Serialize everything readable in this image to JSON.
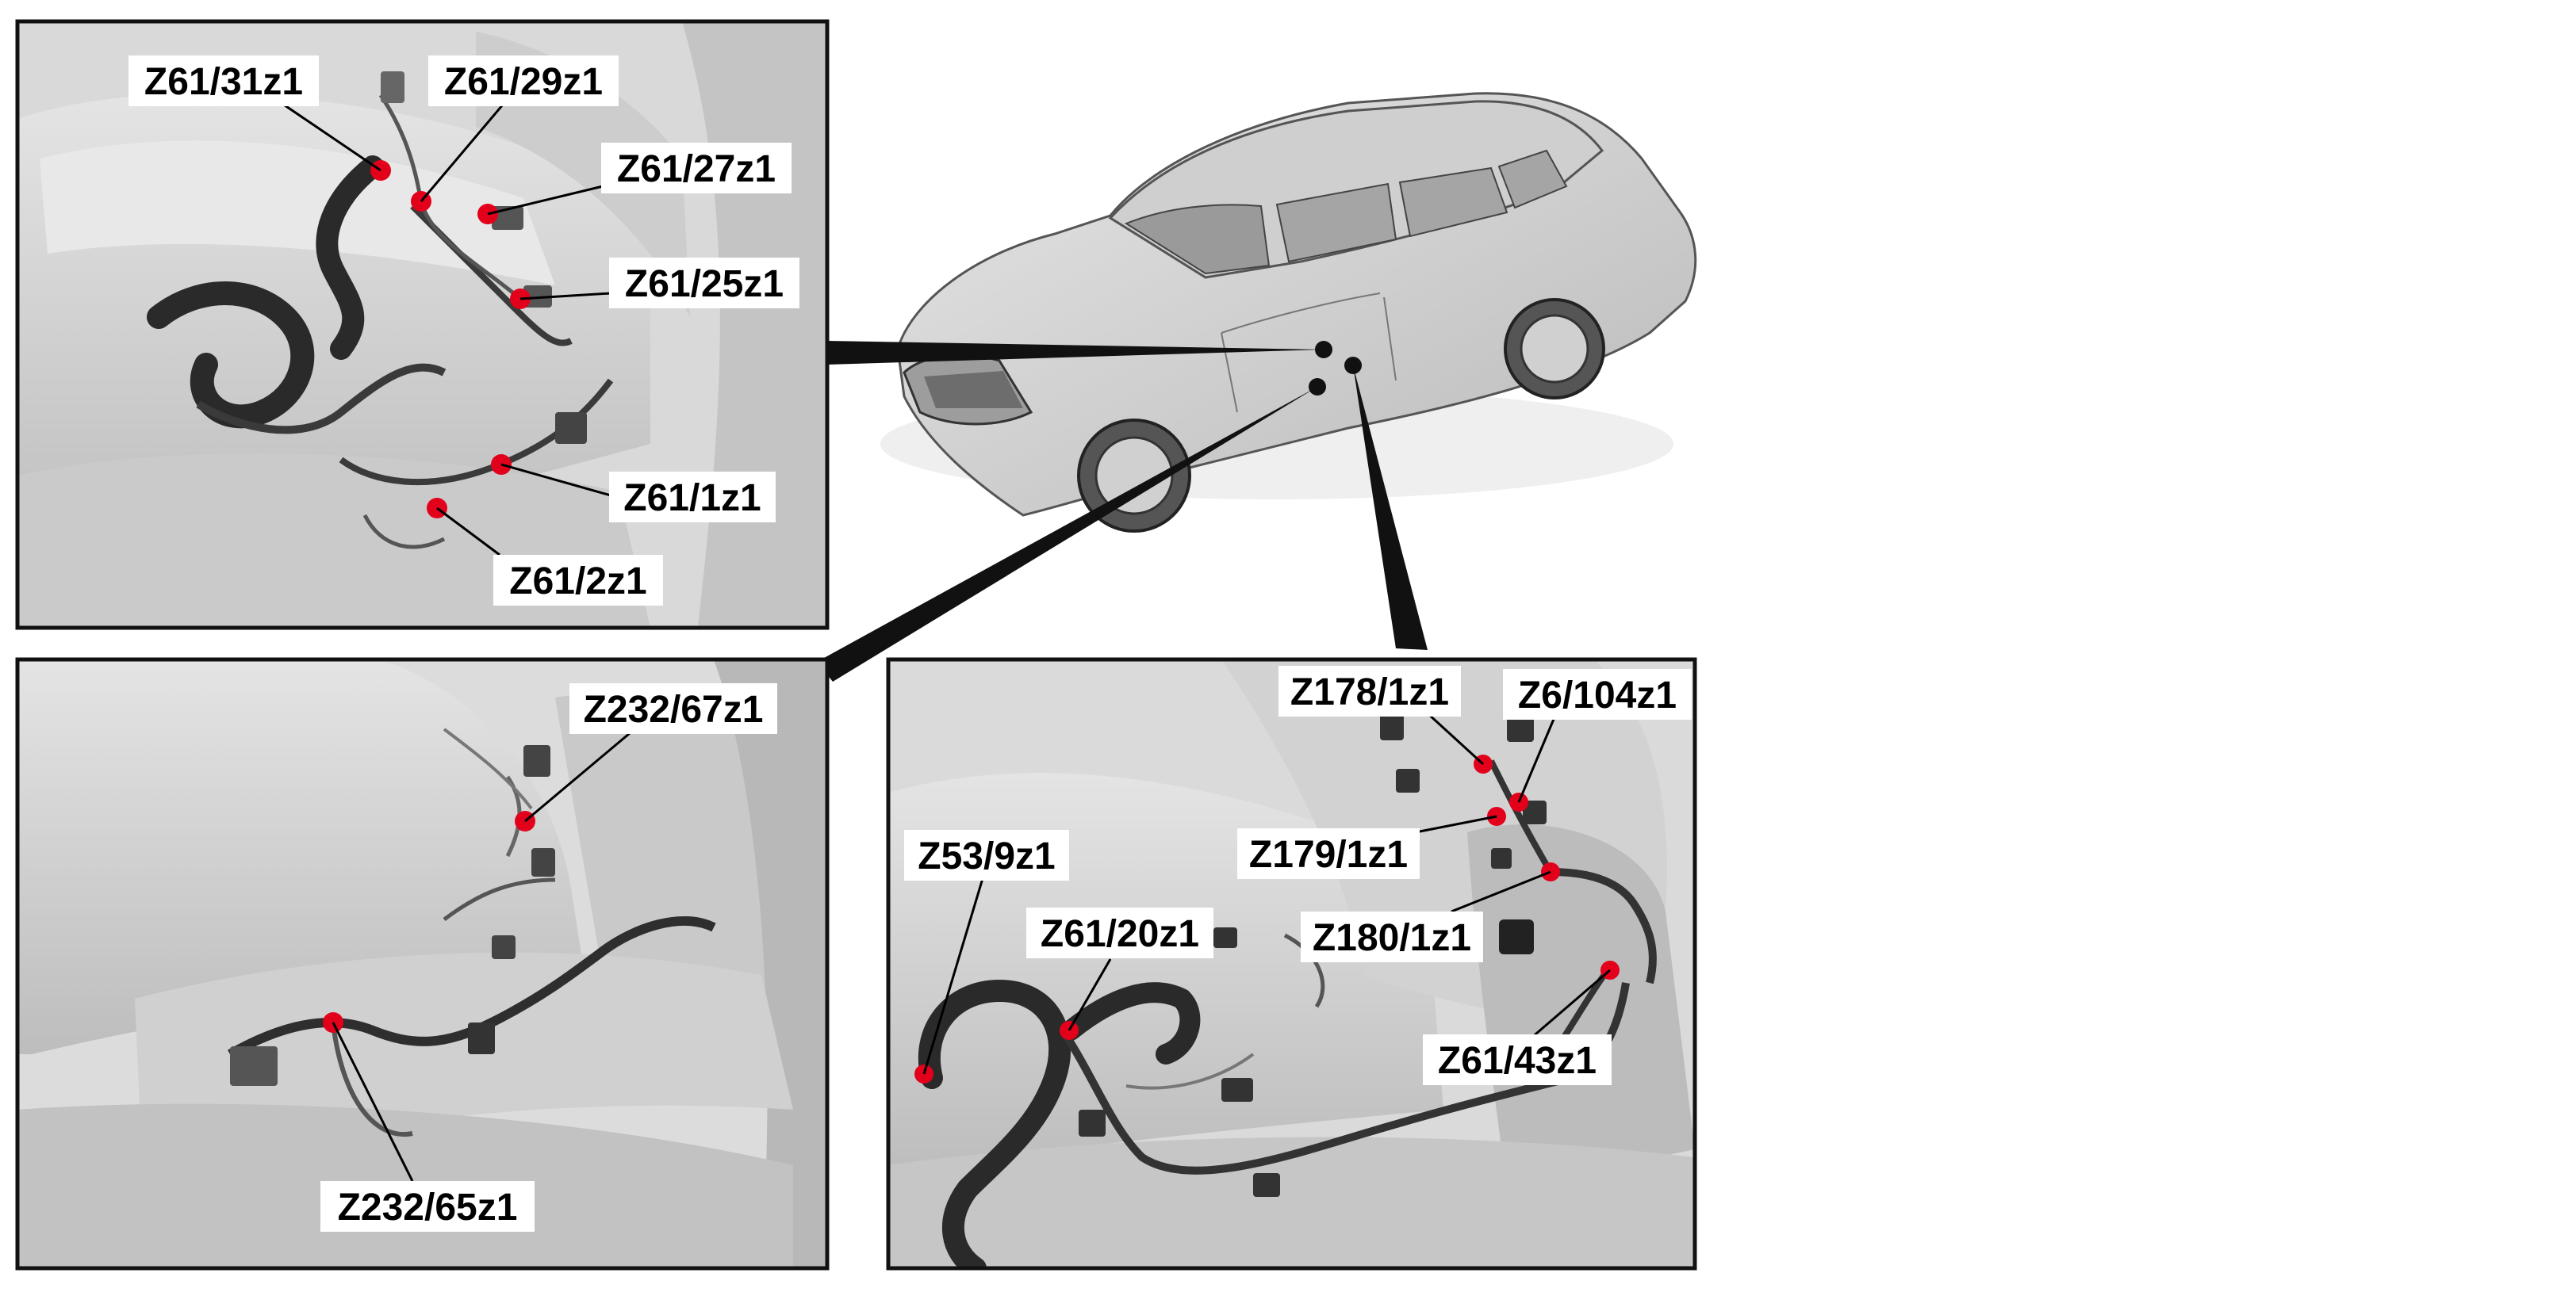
{
  "colors": {
    "marker_red": "#e3001b",
    "marker_black": "#111111",
    "panel_bg": "#d9d9d9",
    "frame": "#111111"
  },
  "panels": {
    "top_left": {
      "labels": [
        "Z61/31z1",
        "Z61/29z1",
        "Z61/27z1",
        "Z61/25z1",
        "Z61/1z1",
        "Z61/2z1"
      ]
    },
    "bottom_left": {
      "labels": [
        "Z232/67z1",
        "Z232/65z1"
      ]
    },
    "bottom_right": {
      "labels": [
        "Z178/1z1",
        "Z6/104z1",
        "Z179/1z1",
        "Z53/9z1",
        "Z61/20z1",
        "Z180/1z1",
        "Z61/43z1"
      ]
    }
  }
}
